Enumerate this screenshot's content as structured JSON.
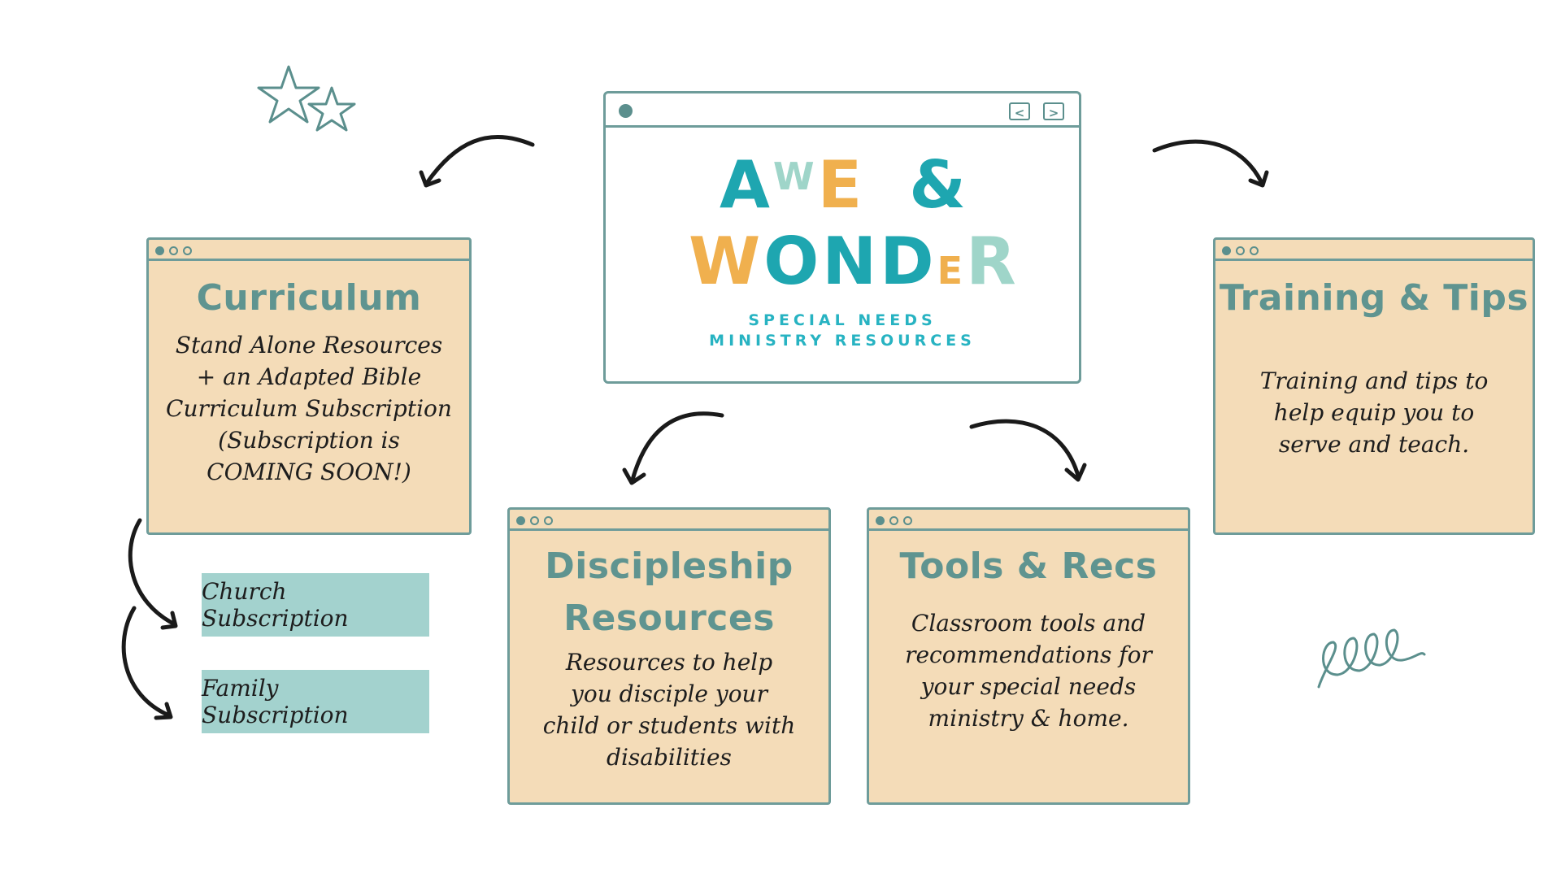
{
  "logo": {
    "line1": [
      "A",
      "W",
      "E",
      " ",
      "&"
    ],
    "line2": [
      "W",
      "O",
      "N",
      "D",
      "E",
      "R"
    ],
    "tagline1": "SPECIAL NEEDS",
    "tagline2": "MINISTRY RESOURCES",
    "nav_back_icon": "chevron-left-icon",
    "nav_forward_icon": "chevron-right-icon"
  },
  "colors": {
    "teal": "#1ea6b0",
    "mint": "#9fd5c9",
    "orange": "#f0b04e",
    "card_fill": "#f4dcb8",
    "card_border": "#6e9c9a",
    "title_teal": "#5f9490",
    "subscription_fill": "#a3d2ce"
  },
  "curriculum": {
    "title": "Curriculum",
    "lines": [
      "Stand Alone Resources",
      "+ an Adapted Bible",
      "Curriculum Subscription",
      "(Subscription is",
      "COMING SOON!)"
    ]
  },
  "subscriptions": {
    "church": "Church Subscription",
    "family": "Family Subscription"
  },
  "discipleship": {
    "title_lines": [
      "Discipleship",
      "Resources"
    ],
    "lines": [
      "Resources to help",
      "you disciple your",
      "child or students with",
      "disabilities"
    ]
  },
  "tools": {
    "title": "Tools & Recs",
    "lines": [
      "Classroom tools and",
      "recommendations for",
      "your special needs",
      "ministry & home."
    ]
  },
  "training": {
    "title": "Training & Tips",
    "lines": [
      "Training and tips to",
      "help equip you to",
      "serve and teach."
    ]
  },
  "decor": {
    "stars_icon": "stars-doodle-icon",
    "loops_icon": "loop-squiggle-icon"
  }
}
